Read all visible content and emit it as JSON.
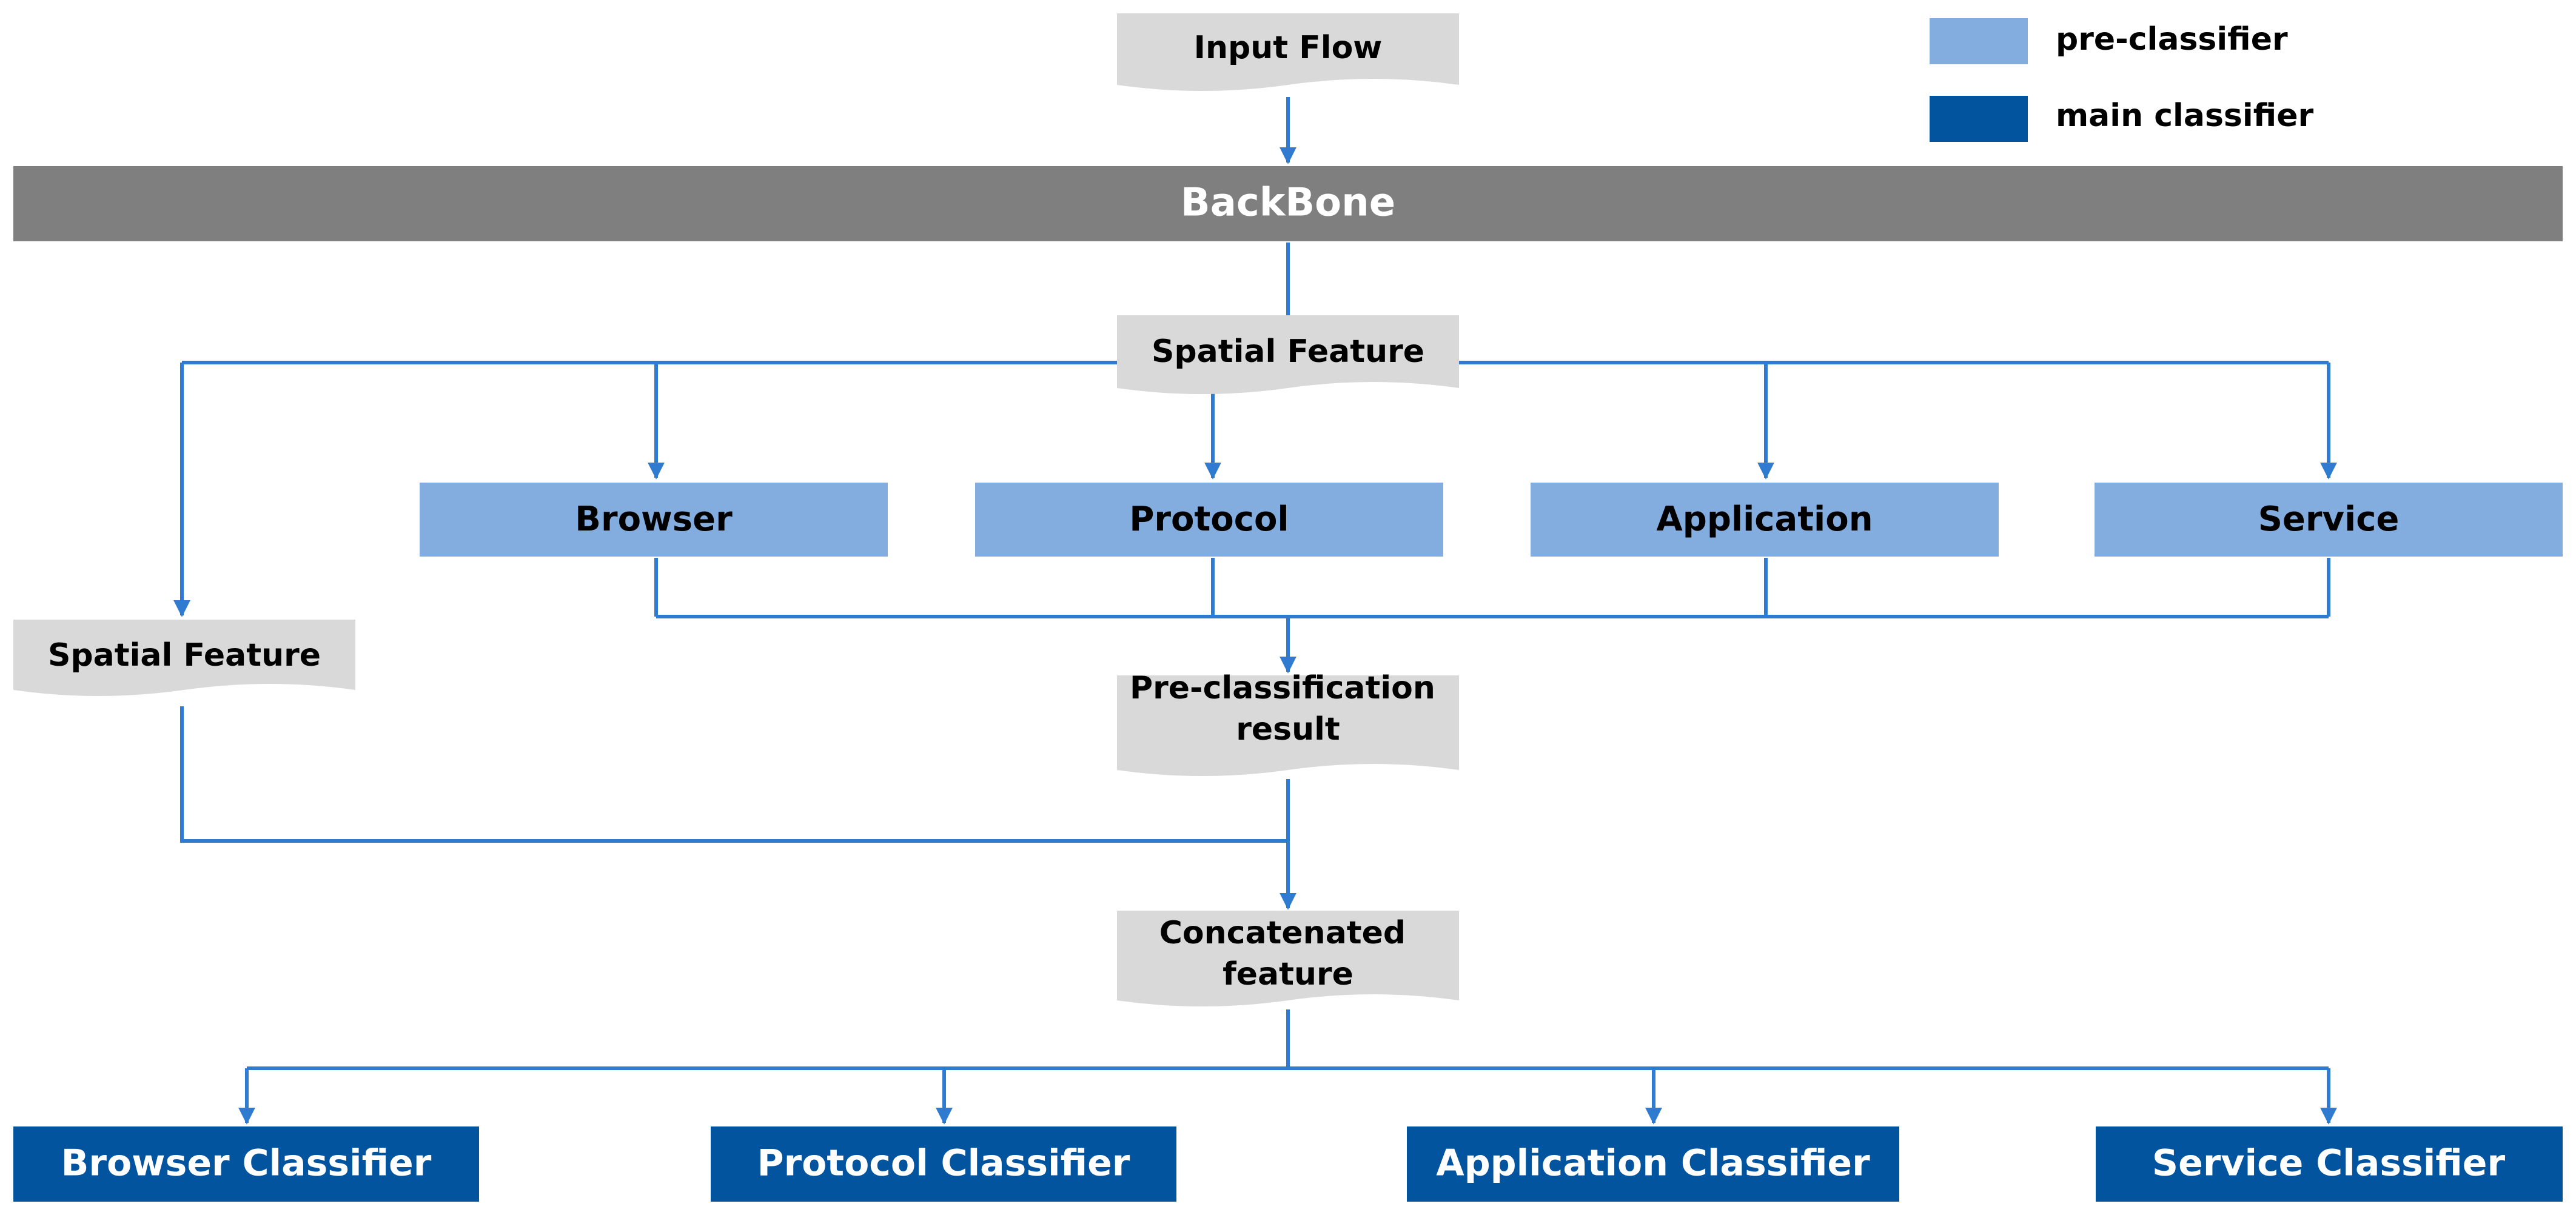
{
  "colors": {
    "pre_classifier": "#83ACDF",
    "main_classifier": "#03549E",
    "backbone": "#7F7F7F",
    "document_shape": "#D9D9D9",
    "connector": "#2F7BCF"
  },
  "legend": {
    "pre_classifier_label": "pre-classifier",
    "main_classifier_label": "main classifier"
  },
  "nodes": {
    "input_flow": "Input Flow",
    "backbone": "BackBone",
    "spatial_feature_top": "Spatial Feature",
    "spatial_feature_side": "Spatial Feature",
    "pre_classification_result": [
      "Pre-classification",
      "result"
    ],
    "concatenated_feature": [
      "Concatenated",
      "feature"
    ]
  },
  "pre_classifiers": [
    "Browser",
    "Protocol",
    "Application",
    "Service"
  ],
  "main_classifiers": [
    "Browser Classifier",
    "Protocol Classifier",
    "Application Classifier",
    "Service Classifier"
  ]
}
